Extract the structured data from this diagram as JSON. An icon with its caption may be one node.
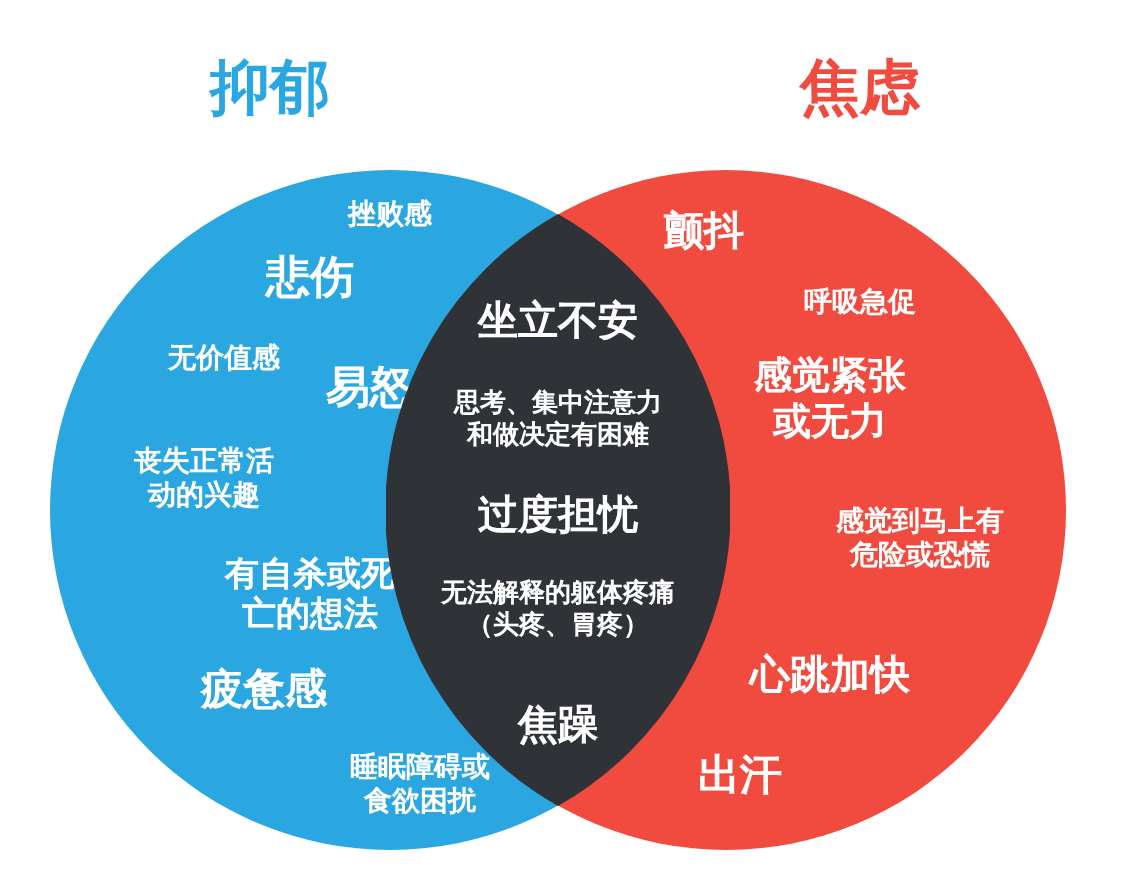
{
  "diagram": {
    "nodes": [
      {
        "text": [
          "抑郁",
          "挫败感",
          "悲伤",
          "无价值感",
          "易怒",
          "丧失正常活动的兴趣",
          "有自杀或死亡的想法",
          "疲惫感",
          "睡眠障碍或食欲困扰"
        ]
      },
      {
        "text": [
          "焦虑",
          "颤抖",
          "呼吸急促",
          "感觉紧张或无力",
          "感觉到马上有危险或恐慌",
          "心跳加快",
          "出汗"
        ]
      },
      {
        "text": [
          "坐立不安",
          "思考、集中注意力和做决定有困难",
          "过度担忧",
          "无法解释的躯体疼痛（头疼、胃疼）",
          "焦躁"
        ]
      }
    ]
  }
}
